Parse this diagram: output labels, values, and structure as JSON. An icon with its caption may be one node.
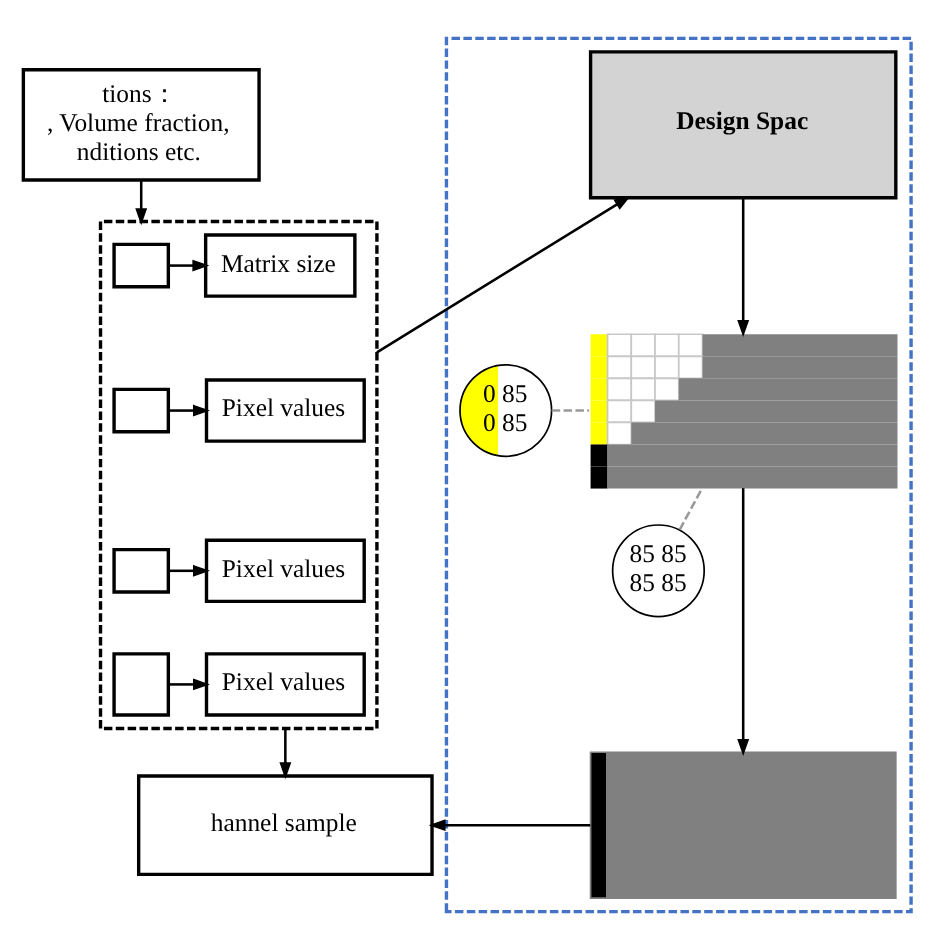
{
  "diagram": {
    "nodes": [
      {
        "text": [
          "tions：",
          ", Volume fraction, nditions etc."
        ]
      },
      {
        "text": [],
        "shape": "box"
      },
      {
        "text": [],
        "shape": "box",
        "in": 1
      },
      {
        "text": [
          "Matrix size"
        ],
        "in": 1
      },
      {
        "text": [],
        "shape": "box",
        "in": 1
      },
      {
        "text": [
          "Pixel values"
        ],
        "in": 1
      },
      {
        "text": [],
        "shape": "box",
        "in": 1
      },
      {
        "text": [
          "Pixel values"
        ],
        "in": 1
      },
      {
        "text": [],
        "shape": "box",
        "in": 1
      },
      {
        "text": [
          "Pixel values"
        ],
        "in": 1
      },
      {
        "text": [
          "hannel sample"
        ]
      },
      {
        "text": [],
        "shape": "box"
      },
      {
        "text": [
          "Design Spac"
        ],
        "in": 11
      },
      {
        "text": [
          "0 85",
          "0 85"
        ],
        "in": 11
      },
      {
        "text": [
          "85 85",
          "85 85"
        ],
        "in": 11
      },
      {
        "text": [],
        "shape": "picture",
        "in": 11
      },
      {
        "text": [],
        "shape": "box",
        "in": 11
      }
    ],
    "edges": [
      {
        "from": 0,
        "to": 1,
        "arrow": "to"
      },
      {
        "from": 2,
        "to": 3,
        "arrow": "to"
      },
      {
        "from": 4,
        "to": 5,
        "arrow": "to"
      },
      {
        "from": 6,
        "to": 7,
        "arrow": "to"
      },
      {
        "from": 8,
        "to": 9,
        "arrow": "to"
      },
      {
        "from": 1,
        "to": 10,
        "arrow": "to"
      },
      {
        "from": 1,
        "to": 12,
        "arrow": "to"
      },
      {
        "from": 12,
        "to": 15,
        "arrow": "to"
      },
      {
        "from": 15,
        "to": 16,
        "arrow": "to"
      },
      {
        "from": 16,
        "to": 10,
        "arrow": "to"
      },
      {
        "from": 13,
        "to": 15,
        "arrow": "none",
        "style": "dashed",
        "color": "#999999"
      },
      {
        "from": 14,
        "to": 15,
        "arrow": "none",
        "style": "dashed",
        "color": "#999999"
      }
    ]
  }
}
